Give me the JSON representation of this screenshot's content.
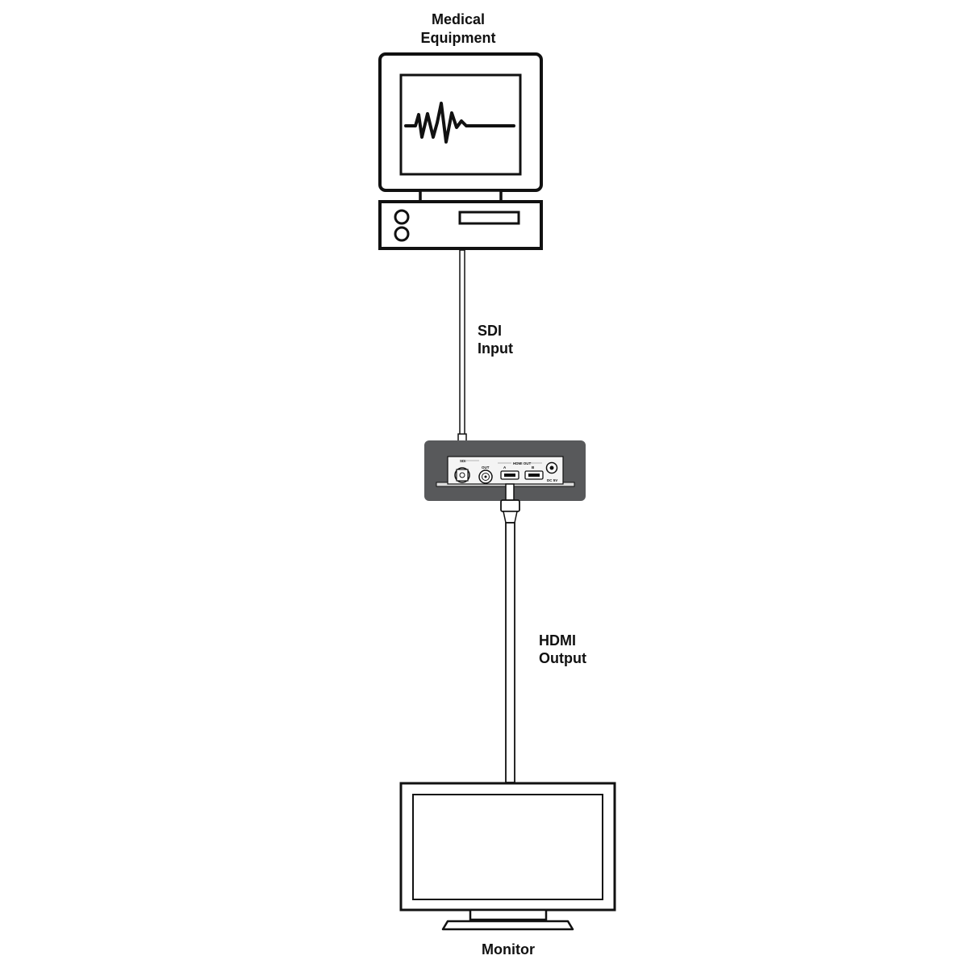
{
  "labels": {
    "medical_line1": "Medical",
    "medical_line2": "Equipment",
    "sdi_line1": "SDI",
    "sdi_line2": "Input",
    "hdmi_line1": "HDMI",
    "hdmi_line2": "Output",
    "monitor": "Monitor"
  },
  "device_panel": {
    "sdi": "SDI",
    "out": "OUT",
    "hdmi_out": "HDMI OUT",
    "port_a": "A",
    "port_b": "B",
    "dc": "DC 5V"
  },
  "colors": {
    "line": "#111111",
    "device_shell": "#58595b",
    "device_face": "#f4f4f4"
  }
}
